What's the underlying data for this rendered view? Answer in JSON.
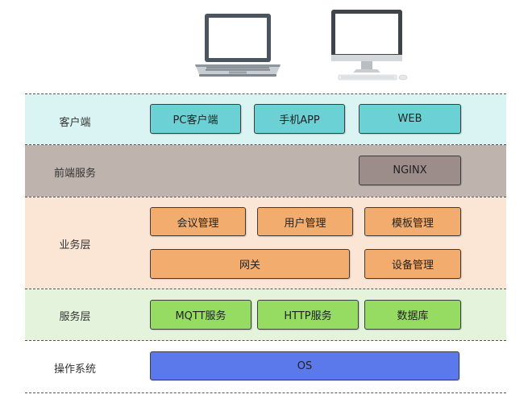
{
  "colors": {
    "client_band": "#daf3f3",
    "client_box": "#6cd1d4",
    "frontend_band": "#bfb3ae",
    "frontend_box": "#9d8d8a",
    "business_band": "#fbe6d5",
    "business_box": "#f2ac6d",
    "service_band": "#e4f4dc",
    "service_box": "#96db62",
    "os_box": "#5b79ea"
  },
  "icons": [
    "laptop-icon",
    "desktop-monitor-icon"
  ],
  "layers": {
    "client": {
      "label": "客户端",
      "boxes": [
        "PC客户端",
        "手机APP",
        "WEB"
      ]
    },
    "frontend": {
      "label": "前端服务",
      "boxes": [
        "NGINX"
      ]
    },
    "business": {
      "label": "业务层",
      "boxes": [
        "会议管理",
        "用户管理",
        "模板管理",
        "网关",
        "设备管理"
      ]
    },
    "service": {
      "label": "服务层",
      "boxes": [
        "MQTT服务",
        "HTTP服务",
        "数据库"
      ]
    },
    "os": {
      "label": "操作系统",
      "boxes": [
        "OS"
      ]
    }
  }
}
